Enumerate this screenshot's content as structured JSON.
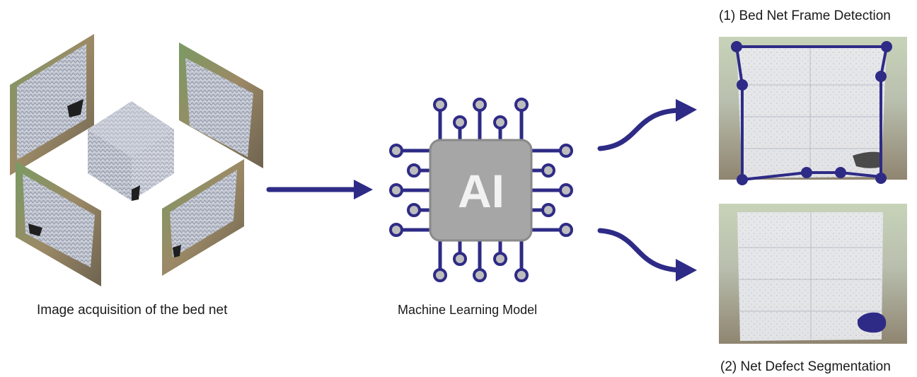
{
  "labels": {
    "acquisition": "Image acquisition of the bed net",
    "model": "Machine Learning Model",
    "detection": "(1) Bed Net Frame Detection",
    "segmentation": "(2) Net Defect Segmentation",
    "chip": "AI"
  },
  "colors": {
    "accent": "#2e2b86",
    "chip_fill": "#a6a6a6",
    "chip_border": "#8a8a8a",
    "pin_fill": "#bdbdbd",
    "net": "#c9ccd6"
  }
}
